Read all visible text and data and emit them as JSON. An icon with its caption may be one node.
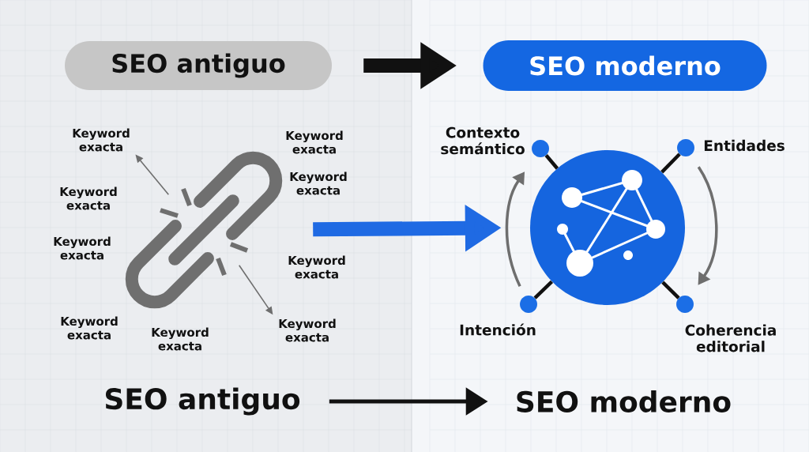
{
  "diagram": {
    "nodes": [
      {
        "text": [
          "SEO antiguo"
        ]
      },
      {
        "text": [
          "SEO moderno"
        ]
      },
      {
        "text": [
          "Keyword exacta"
        ]
      },
      {
        "text": [],
        "shape": "picture"
      },
      {
        "text": [
          "Keyword exacta"
        ]
      },
      {
        "text": [],
        "shape": "circle"
      },
      {
        "text": [],
        "shape": "circle",
        "beside": [
          "Contexto semántico"
        ]
      },
      {
        "text": [],
        "shape": "circle",
        "beside": [
          "Entidades"
        ]
      },
      {
        "text": [],
        "shape": "circle",
        "beside": [
          "Intención"
        ]
      },
      {
        "text": [],
        "shape": "circle",
        "beside": [
          "Coherencia editorial"
        ]
      },
      {
        "text": [
          "SEO antiguo"
        ]
      },
      {
        "text": [
          "SEO moderno"
        ]
      }
    ],
    "edges": [
      {
        "from": 0,
        "to": 1,
        "arrow": "to",
        "style": "thick"
      },
      {
        "from": 3,
        "to": 2,
        "arrow": "to",
        "color": "#6e6e6e"
      },
      {
        "from": 3,
        "to": 4,
        "arrow": "to",
        "color": "#6e6e6e"
      },
      {
        "from": 3,
        "to": 5,
        "arrow": "to",
        "style": "thick",
        "color": "#1f6ae3"
      },
      {
        "from": 5,
        "to": 6,
        "arrow": "none"
      },
      {
        "from": 5,
        "to": 7,
        "arrow": "none"
      },
      {
        "from": 5,
        "to": 8,
        "arrow": "none"
      },
      {
        "from": 5,
        "to": 9,
        "arrow": "none"
      },
      {
        "from": 8,
        "to": 6,
        "arrow": "to",
        "color": "#6e6e6e"
      },
      {
        "from": 7,
        "to": 9,
        "arrow": "to",
        "color": "#6e6e6e"
      },
      {
        "from": 10,
        "to": 11,
        "arrow": "to"
      }
    ],
    "labels": [
      "Keyword exacta",
      "Keyword exacta",
      "Keyword exacta",
      "Keyword exacta",
      "Keyword exacta",
      "Keyword exacta",
      "Keyword exacta"
    ]
  }
}
